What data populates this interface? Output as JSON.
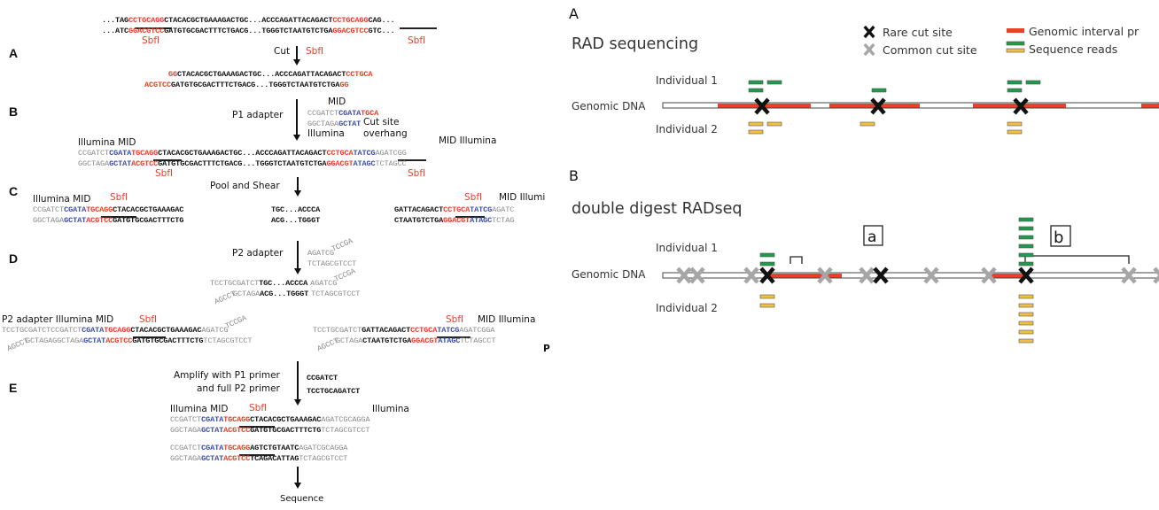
{
  "left_figure": {
    "panels": {
      "a": "A",
      "b": "B",
      "c": "C",
      "d": "D",
      "e": "E"
    },
    "top": {
      "row1": [
        "...TAG",
        "CCTGCAGG",
        "CTACACGCTGAAAGACTGC...ACCCAGATTACAGACT",
        "CCTGCAGG",
        "CAG..."
      ],
      "row2": [
        "...ATC",
        "GGACGTCC",
        "GATGTGCGACTTTCTGACG...TGGGTCTAATGTCTGA",
        "GGACGTCC",
        "GTC..."
      ],
      "enzyme_left": "SbfI",
      "enzyme_right": "SbfI"
    },
    "step_a": {
      "action": "Cut",
      "enzyme": "SbfI",
      "row1": [
        "GG",
        "CTACACGCTGAAAGACTGC...ACCCAGATTACAGACT",
        "CCTGCA"
      ],
      "row2": [
        "ACGTCC",
        "GATGTGCGACTTTCTGACG...TGGGTCTAATGTCTGA",
        "GG"
      ]
    },
    "step_b": {
      "action": "P1 adapter",
      "adapter_mid_label": "MID",
      "adapter_row1": [
        "CCGATCT",
        "CGATA",
        "TGCA"
      ],
      "adapter_row2": [
        "GGCTAGA",
        "GCTAT"
      ],
      "cut_site_label": "Cut site",
      "overhang_label": "overhang",
      "illumina_label": "Illumina",
      "left_labels": "Illumina MID",
      "right_labels": "MID Illumina",
      "row1": [
        "CCGATCT",
        "CGATA",
        "TGCAGG",
        "CTACACGCTGAAAGACTGC...ACCCAGATTACAGACT",
        "CCTGCA",
        "TATCG",
        "AGATCGG"
      ],
      "row2": [
        "GGCTAGA",
        "GCTAT",
        "ACGTCC",
        "GATGTGCGACTTTCTGACG...TGGGTCTAATGTCTGA",
        "GGACGT",
        "ATAGC",
        "TCTAGCC"
      ],
      "enzyme_left": "SbfI",
      "enzyme_right": "SbfI"
    },
    "step_c": {
      "action": "Pool and Shear",
      "left_labels": "Illumina MID",
      "left_enzyme": "SbfI",
      "left_row1": [
        "CCGATCT",
        "CGATA",
        "TGCAGG",
        "CTACACGCTGAAAGAC"
      ],
      "left_row2": [
        "GGCTAGA",
        "GCTAT",
        "ACGTCC",
        "GATGTGCGACTTTCTG"
      ],
      "mid_row1": "TGC...ACCCA",
      "mid_row2": "ACG...TGGGT",
      "right_enzyme": "SbfI",
      "right_labels": "MID Illumi",
      "right_row1": [
        "GATTACAGACT",
        "CCTGCA",
        "TATCG",
        "AGATC"
      ],
      "right_row2": [
        "CTAATGTCTGA",
        "GGACGT",
        "ATAGC",
        "TCTAG"
      ]
    },
    "step_d": {
      "action": "P2 adapter",
      "adapter_row1": "AGATCG",
      "adapter_row1_tail": "TCCGA",
      "adapter_row2": "TCTAGCGTCCT",
      "frag_row1": [
        "TCCTGCGATCT",
        "TGC...ACCCA",
        "AGATCG"
      ],
      "frag_row1_tail": "TCCGA",
      "frag_row2_tail": "AGCCT",
      "frag_row2": [
        "GCTAGA",
        "ACG...TGGGT",
        "TCTAGCGTCCT"
      ]
    },
    "step_d_products": {
      "left_labels": "P2 adapter Illumina  MID",
      "left_enzyme": "SbfI",
      "left_row1": [
        "TCCTGCGATCTCCGATCT",
        "CGATA",
        "TGCAGG",
        "CTACACGCTGAAAGAC",
        "AGATCG"
      ],
      "left_row1_tail": "TCCGA",
      "left_row2_tail": "AGCCT",
      "left_row2": [
        "GCTAGAGGCTAGA",
        "GCTAT",
        "ACGTCC",
        "GATGTGCGACTTTCTG",
        "TCTAGCGTCCT"
      ],
      "right_enzyme": "SbfI",
      "right_labels": "MID Illumina",
      "right_row1": [
        "TCCTGCGATCT",
        "GATTACAGACT",
        "CCTGCA",
        "TATCG",
        "AGATCGGA"
      ],
      "right_row2_tail": "AGCCT",
      "right_row2": [
        "GCTAGA",
        "CTAATGTCTGA",
        "GGACGT",
        "ATAGC",
        "TCTAGCCT"
      ],
      "right_edge_label": "P"
    },
    "step_e": {
      "action_line1": "Amplify with P1 primer",
      "action_line2": "and full P2 primer",
      "primer1": "CCGATCT",
      "primer2": "TCCTGCAGATCT",
      "labels_left": "Illumina MID",
      "enzyme": "SbfI",
      "label_right": "Illumina",
      "p1_row1": [
        "CCGATCT",
        "CGATA",
        "TGCAGG",
        "CTACACGCTGAAAGAC",
        "AGATCGCAGGA"
      ],
      "p1_row2": [
        "GGCTAGA",
        "GCTAT",
        "ACGTCC",
        "GATGTGCGACTTTCTG",
        "TCTAGCGTCCT"
      ],
      "p2_row1": [
        "CCGATCT",
        "CGATA",
        "TGCAGG",
        "AGTCTGTAATC",
        "AGATCGCAGGA"
      ],
      "p2_row2": [
        "GGCTAGA",
        "GCTAT",
        "ACGTCC",
        "TCAGACATTAG",
        "TCTAGCGTCCT"
      ],
      "final": "Sequence"
    }
  },
  "right_figure": {
    "panel_a": "A",
    "panel_b": "B",
    "title_a": "RAD sequencing",
    "title_b": "double digest RADseq",
    "legend": {
      "rare": "Rare cut site",
      "common": "Common cut site",
      "interval": "Genomic interval pr",
      "reads": "Sequence reads"
    },
    "labels": {
      "ind1": "Individual 1",
      "dna": "Genomic DNA",
      "ind2": "Individual 2",
      "box_a": "a",
      "box_b": "b"
    },
    "colors": {
      "interval": "#e8402a",
      "read_ind1": "#1f9a4a",
      "read_ind2": "#f2c040",
      "rare": "#111111",
      "common": "#a6a6a6",
      "sbfi": "#ec3b24",
      "mid": "#3a4db0",
      "illumina": "#8a8a8a"
    },
    "rad_sites": [
      {
        "reads_ind1": 3,
        "reads_ind2": 3
      },
      {
        "reads_ind1": 1,
        "reads_ind2": 1
      },
      {
        "reads_ind1": 3,
        "reads_ind2": 2
      }
    ],
    "ddrad_sites": [
      {
        "reads_ind1": 2,
        "reads_ind2": 2
      },
      {
        "reads_ind1": 0,
        "reads_ind2": 0
      },
      {
        "reads_ind1": 6,
        "reads_ind2": 6
      }
    ]
  }
}
